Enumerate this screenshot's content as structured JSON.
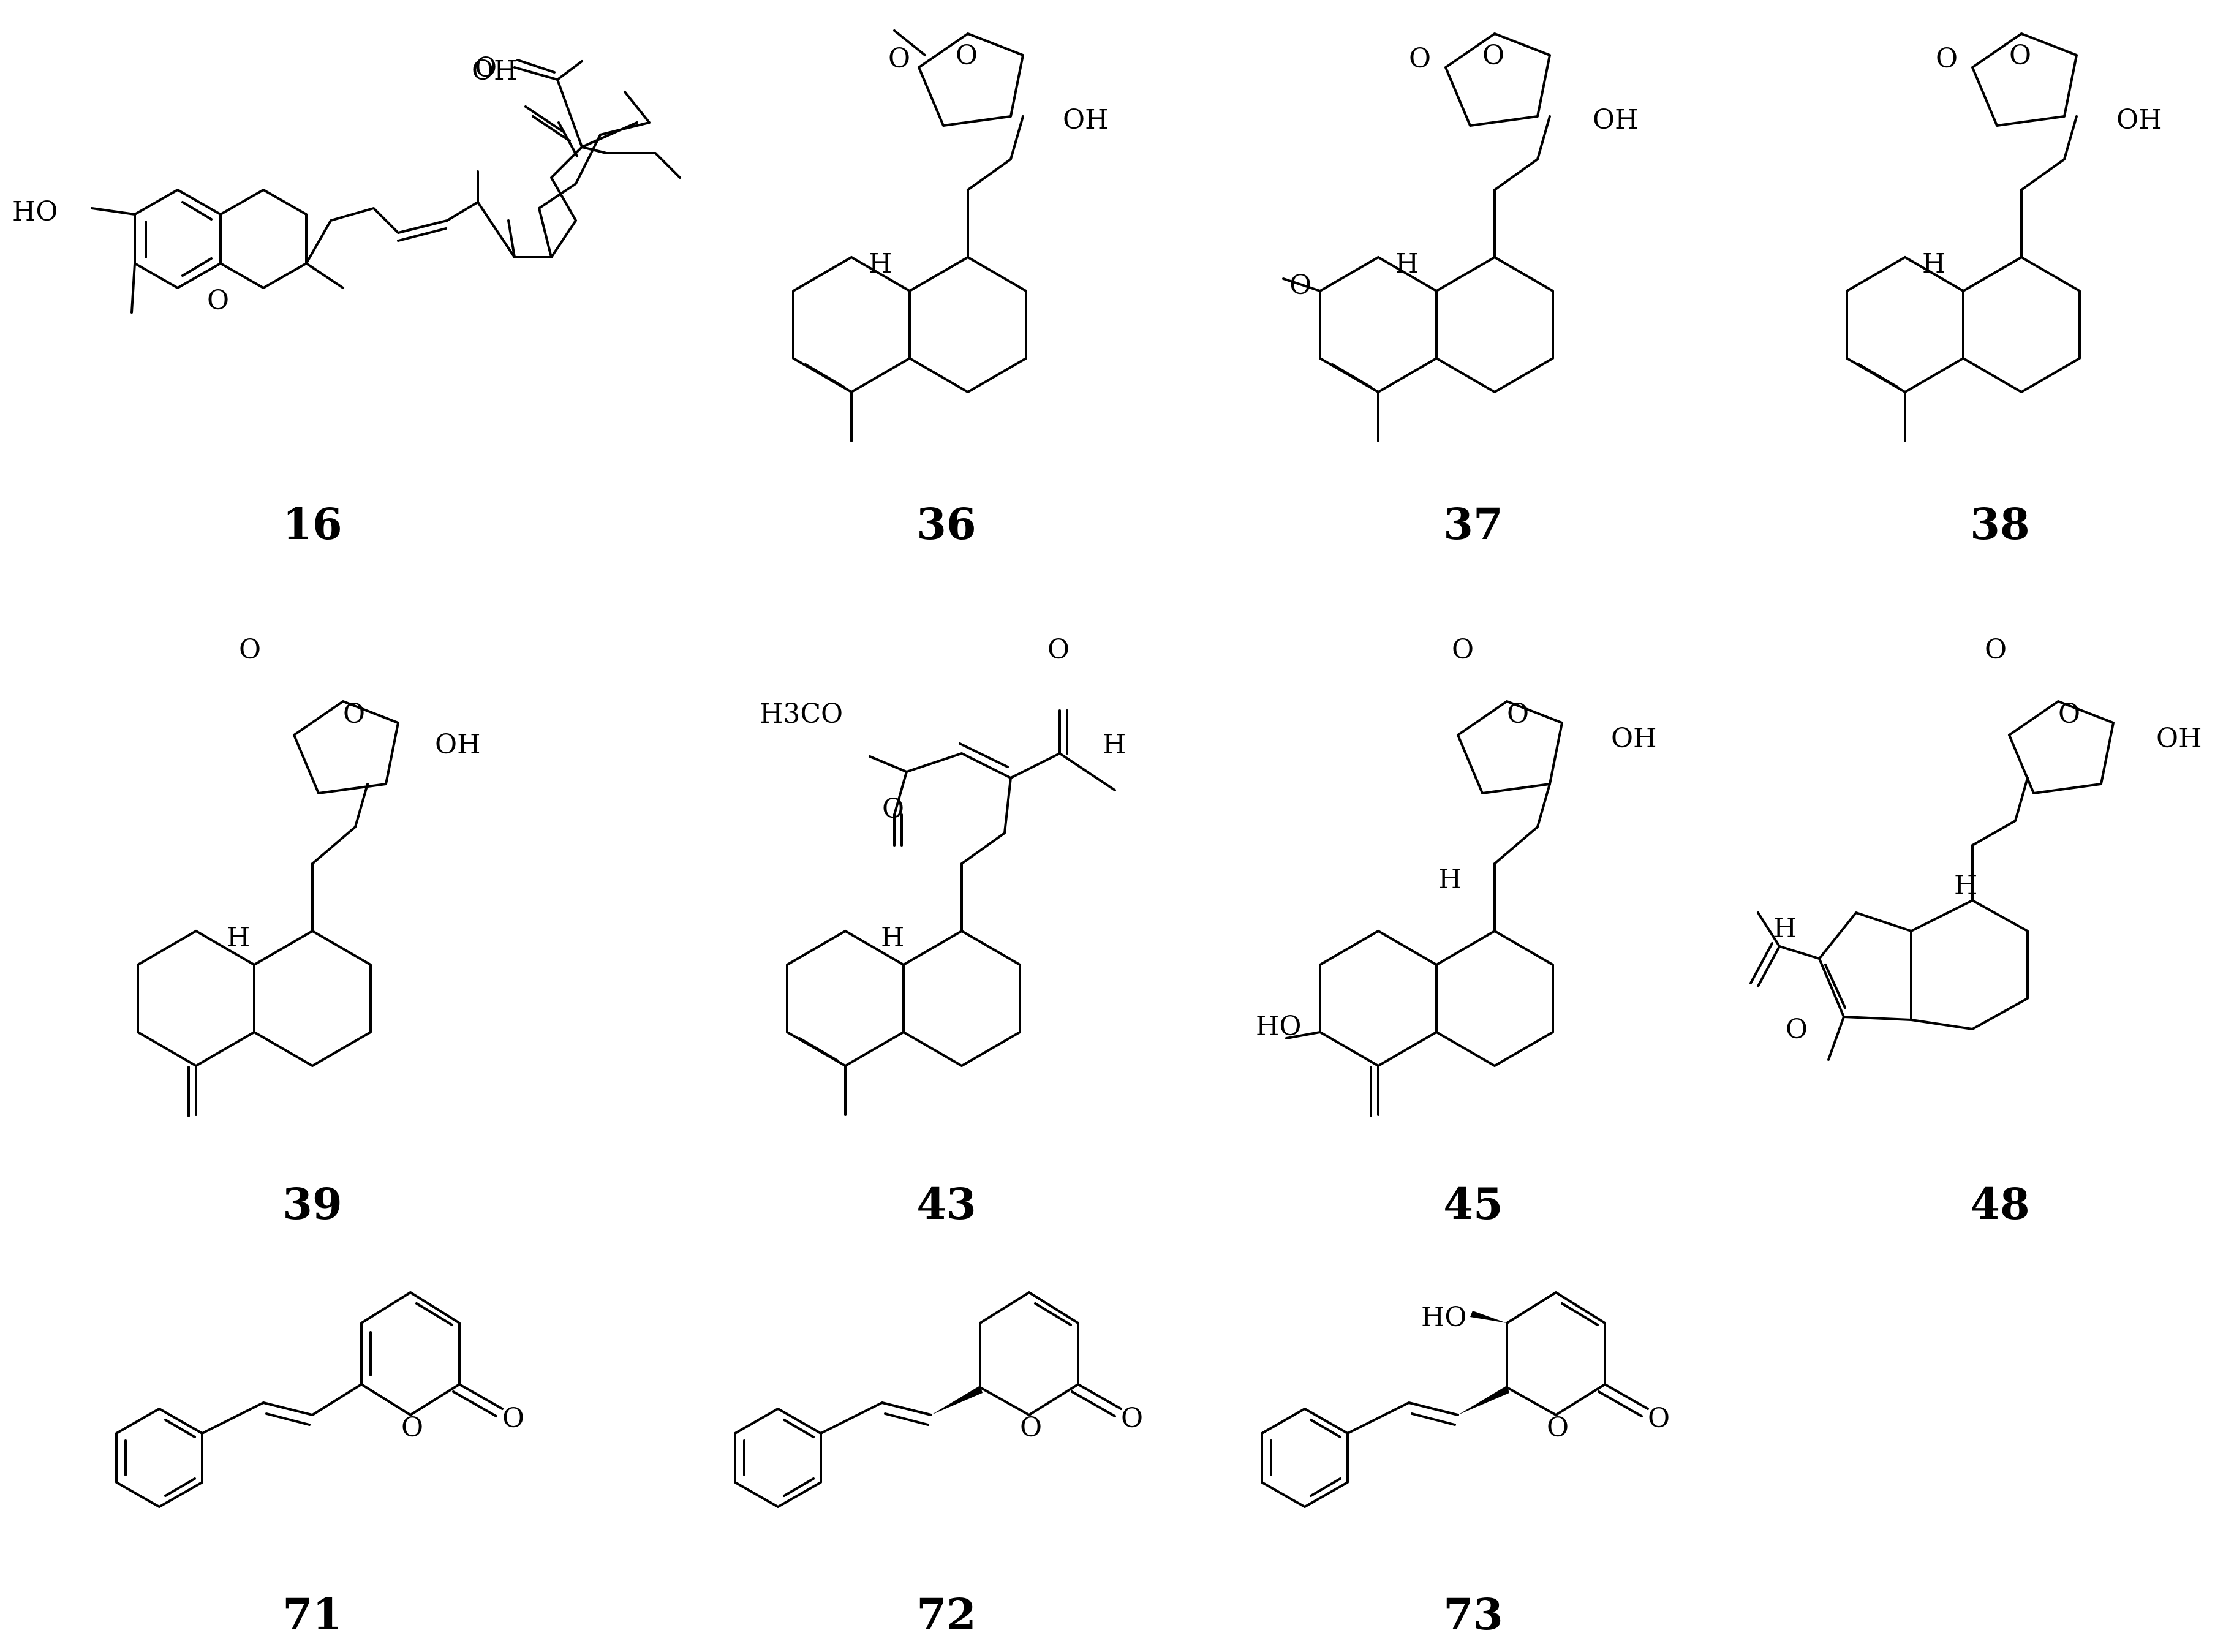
{
  "compounds": [
    {
      "id": "16",
      "atoms": [
        "OH",
        "O",
        "HO",
        "O"
      ]
    },
    {
      "id": "36",
      "atoms": [
        "O",
        "O",
        "OH",
        "H"
      ]
    },
    {
      "id": "37",
      "atoms": [
        "O",
        "O",
        "OH",
        "H",
        "O"
      ]
    },
    {
      "id": "38",
      "atoms": [
        "O",
        "O",
        "OH",
        "H"
      ]
    },
    {
      "id": "39",
      "atoms": [
        "O",
        "O",
        "OH",
        "H"
      ]
    },
    {
      "id": "43",
      "atoms": [
        "H3CO",
        "O",
        "O",
        "H",
        "H"
      ]
    },
    {
      "id": "45",
      "atoms": [
        "O",
        "O",
        "OH",
        "H",
        "HO"
      ]
    },
    {
      "id": "48",
      "atoms": [
        "O",
        "O",
        "OH",
        "H",
        "H",
        "O"
      ]
    },
    {
      "id": "71",
      "atoms": [
        "O",
        "O"
      ]
    },
    {
      "id": "72",
      "atoms": [
        "O",
        "O"
      ]
    },
    {
      "id": "73",
      "atoms": [
        "HO",
        "O",
        "O"
      ]
    }
  ],
  "colors": {
    "stroke": "#000000",
    "background": "#ffffff"
  }
}
